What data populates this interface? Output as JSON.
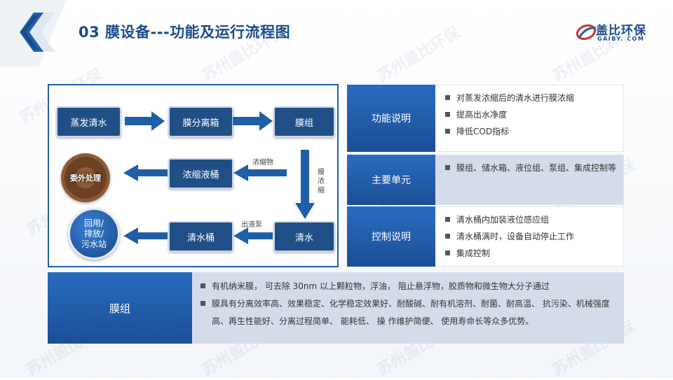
{
  "header": {
    "title": "03 膜设备---功能及运行流程图",
    "logo_brand": "盖比环保",
    "logo_domain": "GAIBY. COM",
    "watermark_text": "苏州盖比环保"
  },
  "flow": {
    "nodes": {
      "evap_water": "蒸发清水",
      "membrane_tank": "膜分离箱",
      "membrane_group": "膜组",
      "concentrate_tank": "浓缩液桶",
      "clean_water": "清水",
      "clean_water_tank": "清水桶",
      "outsource": "委外处理",
      "reuse_line1": "回用/",
      "reuse_line2": "排放/",
      "reuse_line3": "污水站"
    },
    "labels": {
      "concentrate": "浓缩物",
      "membrane_concentrate_1": "膜",
      "membrane_concentrate_2": "浓",
      "membrane_concentrate_3": "缩",
      "outlet_pump": "出液泵"
    }
  },
  "info": {
    "function": {
      "title": "功能说明",
      "items": [
        "对蒸发浓缩后的清水进行膜浓缩",
        "提高出水净度",
        "降低COD指标"
      ]
    },
    "units": {
      "title": "主要单元",
      "items": [
        "膜组、储水箱、液位组、泵组、集成控制等"
      ]
    },
    "control": {
      "title": "控制说明",
      "items": [
        "清水桶内加装液位感应组",
        "清水桶满时，设备自动停止工作",
        "集成控制"
      ]
    }
  },
  "membrane": {
    "title": "膜组",
    "items": [
      "有机纳米膜， 可去除 30nm 以上颗粒物，浮油， 阻止悬浮物，胶质物和微生物大分子通过",
      "膜具有分离效率高、效果稳定、化学稳定效果好、耐酸碱、耐有机溶剂、耐菌、耐高温、 抗污染、机械强度高、再生性能好、分离过程简单、 能耗低、 操 作维护简便、 使用寿命长等众多优势。"
    ]
  },
  "colors": {
    "primary": "#1f4f86",
    "accent": "#2a6bbf",
    "shade": "#d4dcec"
  }
}
